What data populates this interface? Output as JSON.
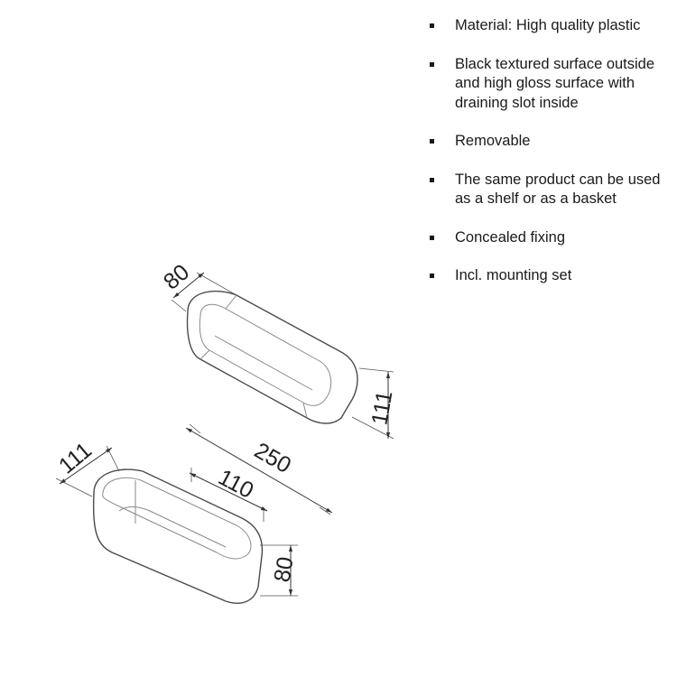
{
  "features": [
    {
      "text": "Material: High quality plastic"
    },
    {
      "text": "Black textured surface outside and high gloss surface with draining slot inside"
    },
    {
      "text": "Removable"
    },
    {
      "text": "The same product can be used as a shelf or as a basket"
    },
    {
      "text": "Concealed fixing"
    },
    {
      "text": "Incl. mounting set"
    }
  ],
  "dimensions": {
    "shelf_depth": "80",
    "shelf_height": "111",
    "overall_length": "250",
    "inner_length": "110",
    "basket_height": "111",
    "basket_depth": "80"
  }
}
